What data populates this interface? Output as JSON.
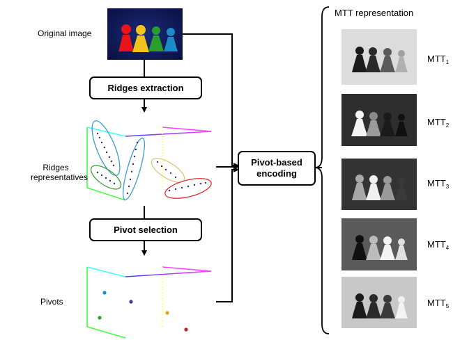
{
  "labels": {
    "original_image": "Original image",
    "ridges_representatives_line1": "Ridges",
    "ridges_representatives_line2": "representatives",
    "pivots": "Pivots",
    "mtt_representation": "MTT representation"
  },
  "process_boxes": {
    "ridges_extraction": "Ridges extraction",
    "pivot_selection": "Pivot selection",
    "pivot_encoding_line1": "Pivot-based",
    "pivot_encoding_line2": "encoding"
  },
  "mtt_items": [
    {
      "base": "MTT",
      "index": "1"
    },
    {
      "base": "MTT",
      "index": "2"
    },
    {
      "base": "MTT",
      "index": "3"
    },
    {
      "base": "MTT",
      "index": "4"
    },
    {
      "base": "MTT",
      "index": "5"
    }
  ],
  "colors": {
    "pawn_colors": [
      "#e8141a",
      "#f4c21c",
      "#2a9e2a",
      "#1a8cc8"
    ],
    "ridge_ellipses": [
      "#3a9ad0",
      "#3aa03a",
      "#d8c878",
      "#d83030"
    ],
    "pivot_points": [
      "#1a8cc8",
      "#3a3a80",
      "#2a9e2a",
      "#e0a020",
      "#c02020"
    ]
  }
}
